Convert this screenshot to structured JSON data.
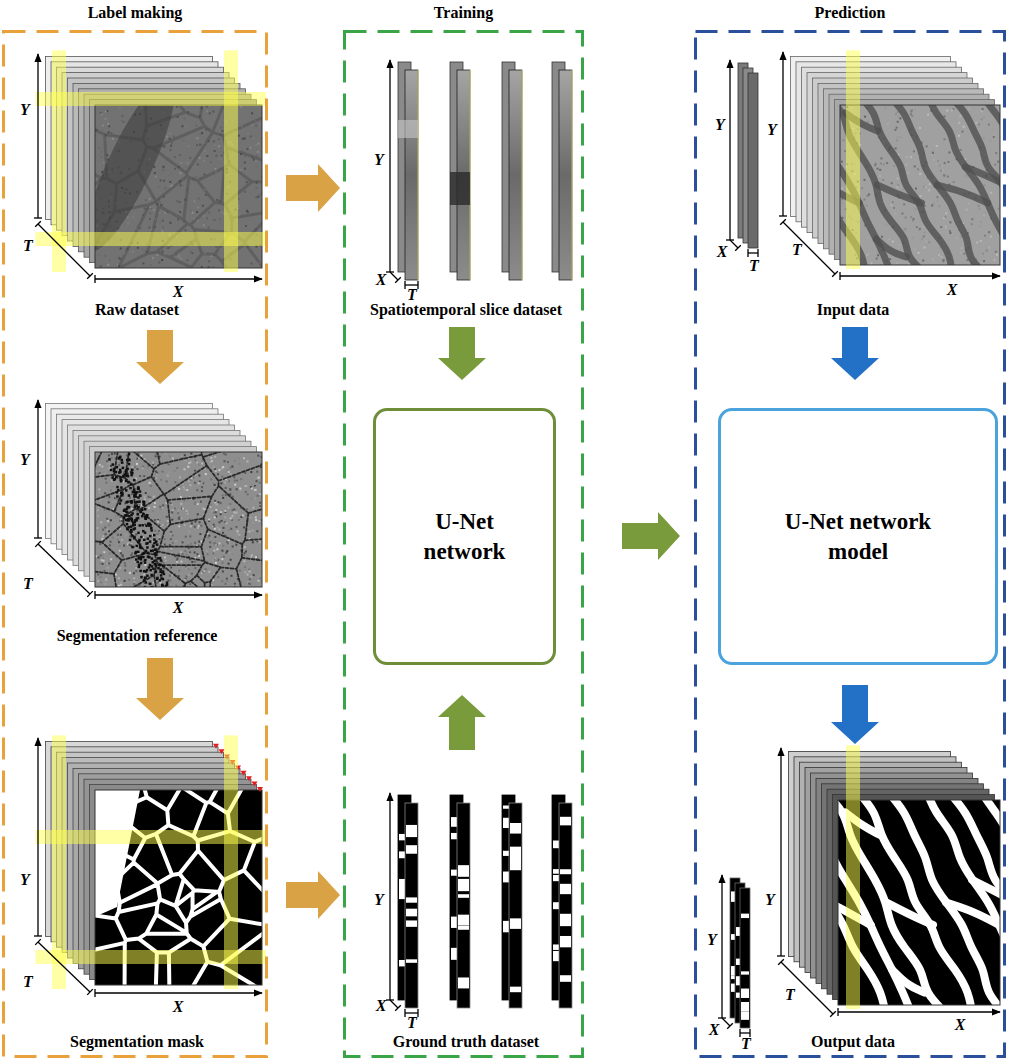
{
  "diagram": {
    "nodes": [
      {
        "text": [
          "Label making"
        ]
      },
      {
        "text": [
          "Raw dataset"
        ],
        "in": 0
      },
      {
        "text": [
          "Segmentation reference"
        ],
        "in": 0
      },
      {
        "text": [
          "Segmentation mask"
        ],
        "in": 0
      },
      {
        "text": [
          "Training"
        ]
      },
      {
        "text": [
          "Spatiotemporal slice dataset"
        ],
        "in": 4
      },
      {
        "text": [
          "U-Net network"
        ],
        "in": 4
      },
      {
        "text": [
          "Ground truth dataset"
        ],
        "in": 4
      },
      {
        "text": [
          "Prediction"
        ]
      },
      {
        "text": [
          "Input data"
        ],
        "in": 8
      },
      {
        "text": [
          "U-Net network model"
        ],
        "in": 8
      },
      {
        "text": [
          "Output data"
        ],
        "in": 8
      }
    ],
    "edges": [
      {
        "from": 1,
        "to": 2,
        "arrow": "to"
      },
      {
        "from": 2,
        "to": 3,
        "arrow": "to"
      },
      {
        "from": 1,
        "to": 5,
        "arrow": "to"
      },
      {
        "from": 3,
        "to": 7,
        "arrow": "to"
      },
      {
        "from": 5,
        "to": 6,
        "arrow": "to"
      },
      {
        "from": 7,
        "to": 6,
        "arrow": "to"
      },
      {
        "from": 6,
        "to": 10,
        "arrow": "to"
      },
      {
        "from": 9,
        "to": 10,
        "arrow": "to"
      },
      {
        "from": 10,
        "to": 11,
        "arrow": "to"
      }
    ],
    "labels": [
      "Y",
      "T",
      "X",
      "Y",
      "T",
      "X",
      "Y",
      "T",
      "X",
      "Y",
      "X",
      "T",
      "Y",
      "X",
      "T",
      "Y",
      "X",
      "T",
      "Y",
      "T",
      "X",
      "Y",
      "X",
      "T",
      "Y",
      "T",
      "X"
    ]
  }
}
